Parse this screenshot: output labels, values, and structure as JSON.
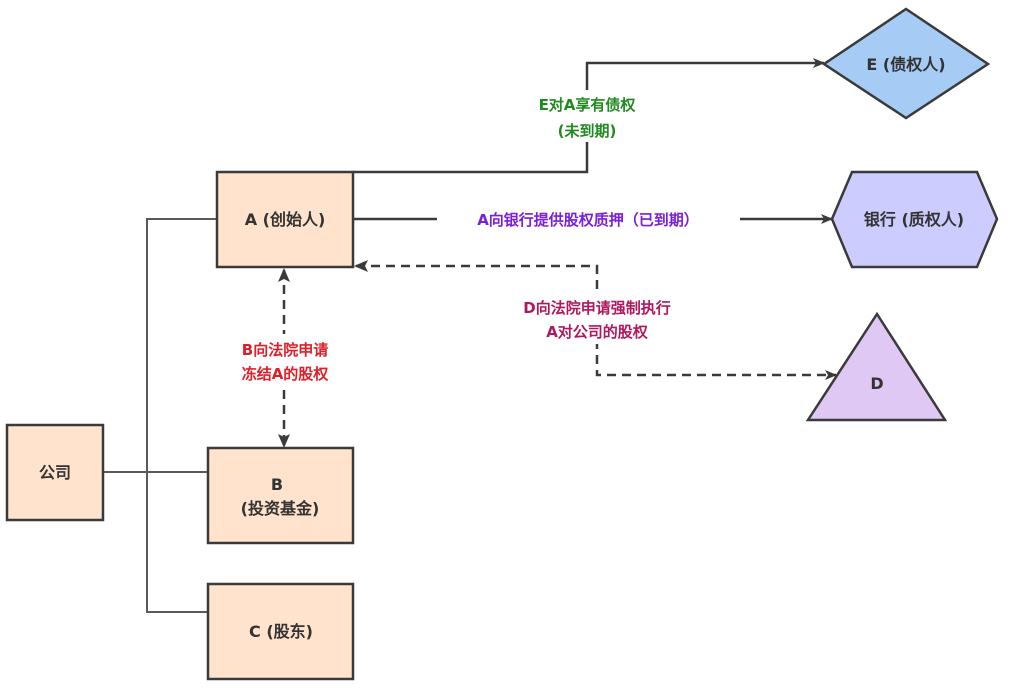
{
  "colors": {
    "person_fill": "#ffe3cc",
    "creditor_fill": "#a6ccf5",
    "bank_fill": "#ccccff",
    "d_fill": "#e0c8f5",
    "stroke": "#3a3a3a",
    "label_green": "#1f8a1f",
    "label_purple": "#7a1fd6",
    "label_magenta": "#b0185e",
    "label_red": "#e01e2a"
  },
  "nodes": {
    "company": {
      "label": "公司",
      "shape": "rectangle"
    },
    "a": {
      "label": "A (创始人)",
      "shape": "rectangle"
    },
    "b": {
      "label_line1": "B",
      "label_line2": "(投资基金)",
      "shape": "rectangle"
    },
    "c": {
      "label": "C (股东)",
      "shape": "rectangle"
    },
    "e": {
      "label": "E (债权人)",
      "shape": "diamond"
    },
    "bank": {
      "label": "银行 (质权人)",
      "shape": "hexagon"
    },
    "d": {
      "label": "D",
      "shape": "triangle"
    }
  },
  "edges": {
    "a_to_e": {
      "line1": "E对A享有债权",
      "line2": "(未到期)",
      "style": "solid"
    },
    "a_to_bank": {
      "label": "A向银行提供股权质押（已到期）",
      "style": "solid"
    },
    "d_to_a": {
      "line1": "D向法院申请强制执行",
      "line2": "A对公司的股权",
      "style": "dashed"
    },
    "b_to_a": {
      "line1": "B向法院申请",
      "line2": "冻结A的股权",
      "style": "dashed"
    },
    "company_to_shareholders": {
      "style": "solid"
    }
  }
}
